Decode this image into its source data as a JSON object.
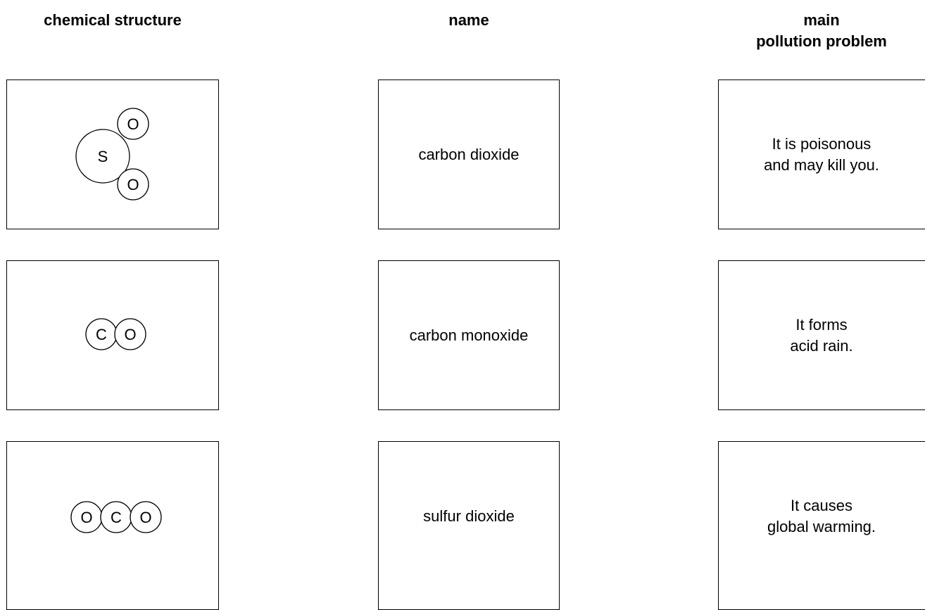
{
  "headers": {
    "structure": "chemical structure",
    "name": "name",
    "problem": "main\npollution problem"
  },
  "structures": [
    {
      "formula": "SO2",
      "atoms": [
        "S",
        "O",
        "O"
      ],
      "arrangement": "bent"
    },
    {
      "formula": "CO",
      "atoms": [
        "C",
        "O"
      ],
      "arrangement": "linear"
    },
    {
      "formula": "CO2",
      "atoms": [
        "O",
        "C",
        "O"
      ],
      "arrangement": "linear"
    }
  ],
  "names": [
    "carbon dioxide",
    "carbon monoxide",
    "sulfur dioxide"
  ],
  "problems": [
    "It is poisonous\nand may kill you.",
    "It forms\nacid rain.",
    "It causes\nglobal warming."
  ]
}
